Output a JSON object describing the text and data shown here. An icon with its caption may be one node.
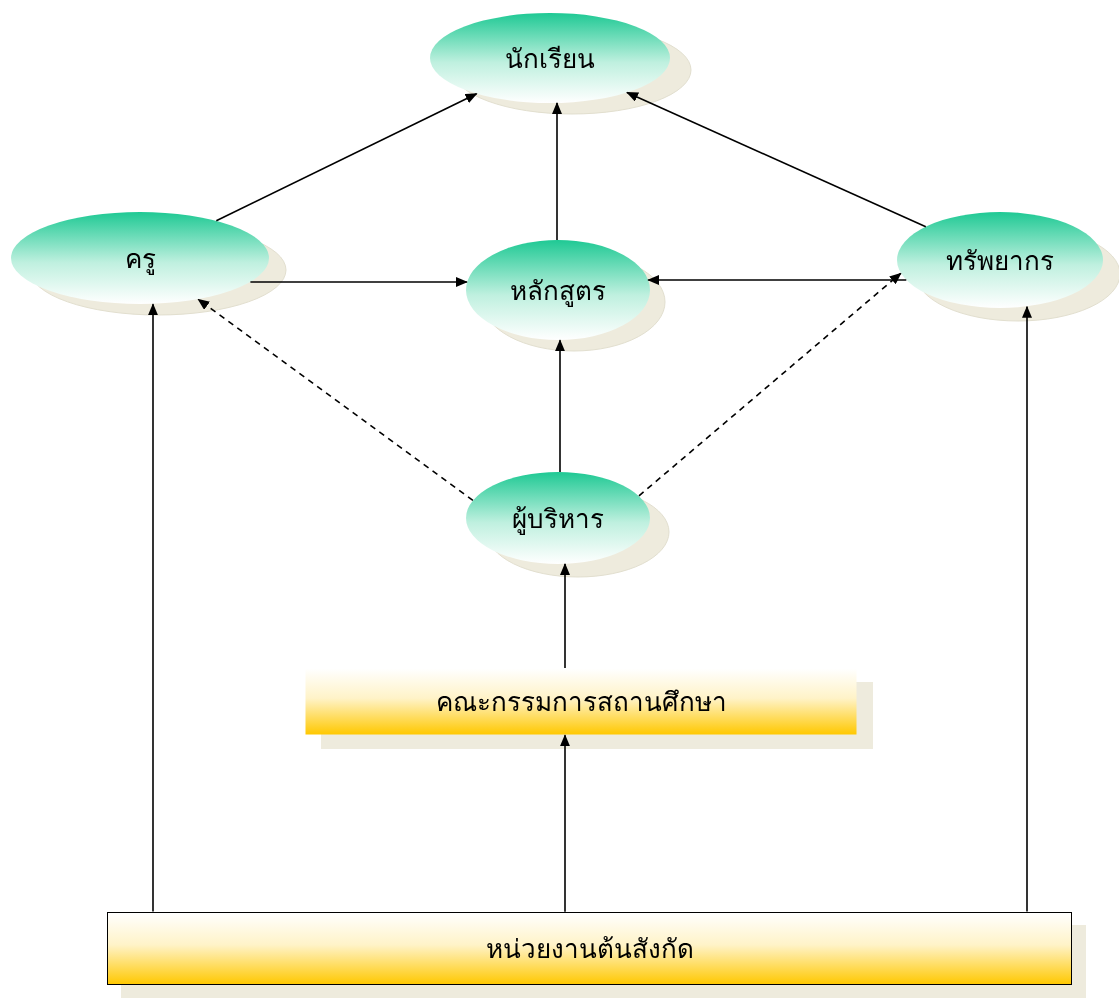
{
  "diagram": {
    "nodes": [
      {
        "text": [
          "นักเรียน"
        ]
      },
      {
        "text": [
          "ครู"
        ]
      },
      {
        "text": [
          "หลักสูตร"
        ]
      },
      {
        "text": [
          "ทรัพยากร"
        ]
      },
      {
        "text": [
          "ผู้บริหาร"
        ]
      },
      {
        "text": [
          "คณะกรรมการสถานศึกษา"
        ]
      },
      {
        "text": [
          "หน่วยงานต้นสังกัด"
        ]
      }
    ],
    "edges": [
      {
        "from": 1,
        "to": 0,
        "arrow": "to"
      },
      {
        "from": 2,
        "to": 0,
        "arrow": "to"
      },
      {
        "from": 3,
        "to": 0,
        "arrow": "to"
      },
      {
        "from": 1,
        "to": 2,
        "arrow": "to"
      },
      {
        "from": 3,
        "to": 2,
        "arrow": "to"
      },
      {
        "from": 4,
        "to": 1,
        "arrow": "to",
        "style": "dashed"
      },
      {
        "from": 4,
        "to": 2,
        "arrow": "to"
      },
      {
        "from": 4,
        "to": 3,
        "arrow": "to",
        "style": "dashed"
      },
      {
        "from": 5,
        "to": 4,
        "arrow": "to"
      },
      {
        "from": 6,
        "to": 5,
        "arrow": "to"
      },
      {
        "from": 6,
        "to": 1,
        "arrow": "to"
      },
      {
        "from": 6,
        "to": 3,
        "arrow": "to"
      }
    ]
  }
}
